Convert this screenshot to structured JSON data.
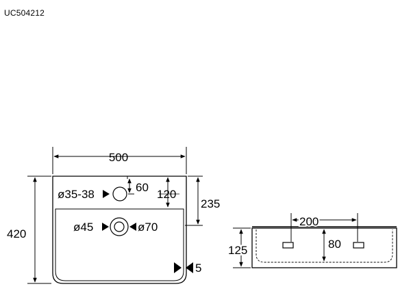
{
  "model_code": "UC504212",
  "top_view": {
    "width_label": "500",
    "depth_label": "420",
    "tap_hole_label": "ø35-38",
    "tap_offset_label": "60",
    "tap_inner_label": "120",
    "bowl_depth_label": "235",
    "drain_label": "ø45",
    "drain_outer_label": "ø70",
    "wall_label": "5"
  },
  "side_view": {
    "spacing_label": "200",
    "height_label": "125",
    "slot_height_label": "80"
  }
}
